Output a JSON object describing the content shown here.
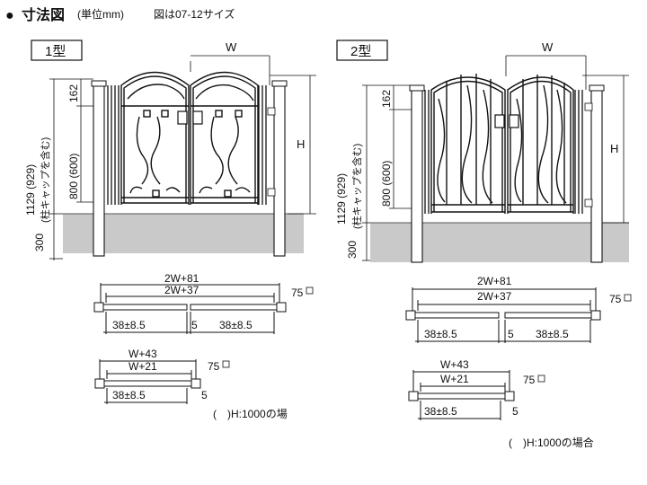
{
  "header": {
    "bullet": "●",
    "title": "寸法図",
    "unit_note": "(単位mm)",
    "model_note": "図は07-12サイズ"
  },
  "type1": {
    "label": "1型",
    "width_label": "W",
    "height_label": "H",
    "dim_total": "1129 (929)",
    "dim_total_note": "(柱キャップを含む)",
    "dim_top": "162",
    "dim_body": "800 (600)",
    "dim_ground": "300",
    "plan_double": {
      "outer": "2W+81",
      "inner": "2W+37",
      "post": "75",
      "left_gap": "38±8.5",
      "center_gap": "5",
      "right_gap": "38±8.5"
    },
    "plan_single": {
      "outer": "W+43",
      "inner": "W+21",
      "post": "75",
      "left_gap": "38±8.5",
      "center_gap": "5"
    },
    "footnote": "(　)H:1000の場"
  },
  "type2": {
    "label": "2型",
    "width_label": "W",
    "height_label": "H",
    "dim_total": "1129 (929)",
    "dim_total_note": "(柱キャップを含む)",
    "dim_top": "162",
    "dim_body": "800 (600)",
    "dim_ground": "300",
    "plan_double": {
      "outer": "2W+81",
      "inner": "2W+37",
      "post": "75",
      "left_gap": "38±8.5",
      "center_gap": "5",
      "right_gap": "38±8.5"
    },
    "plan_single": {
      "outer": "W+43",
      "inner": "W+21",
      "post": "75",
      "left_gap": "38±8.5",
      "center_gap": "5"
    },
    "footnote": "(　)H:1000の場合"
  }
}
